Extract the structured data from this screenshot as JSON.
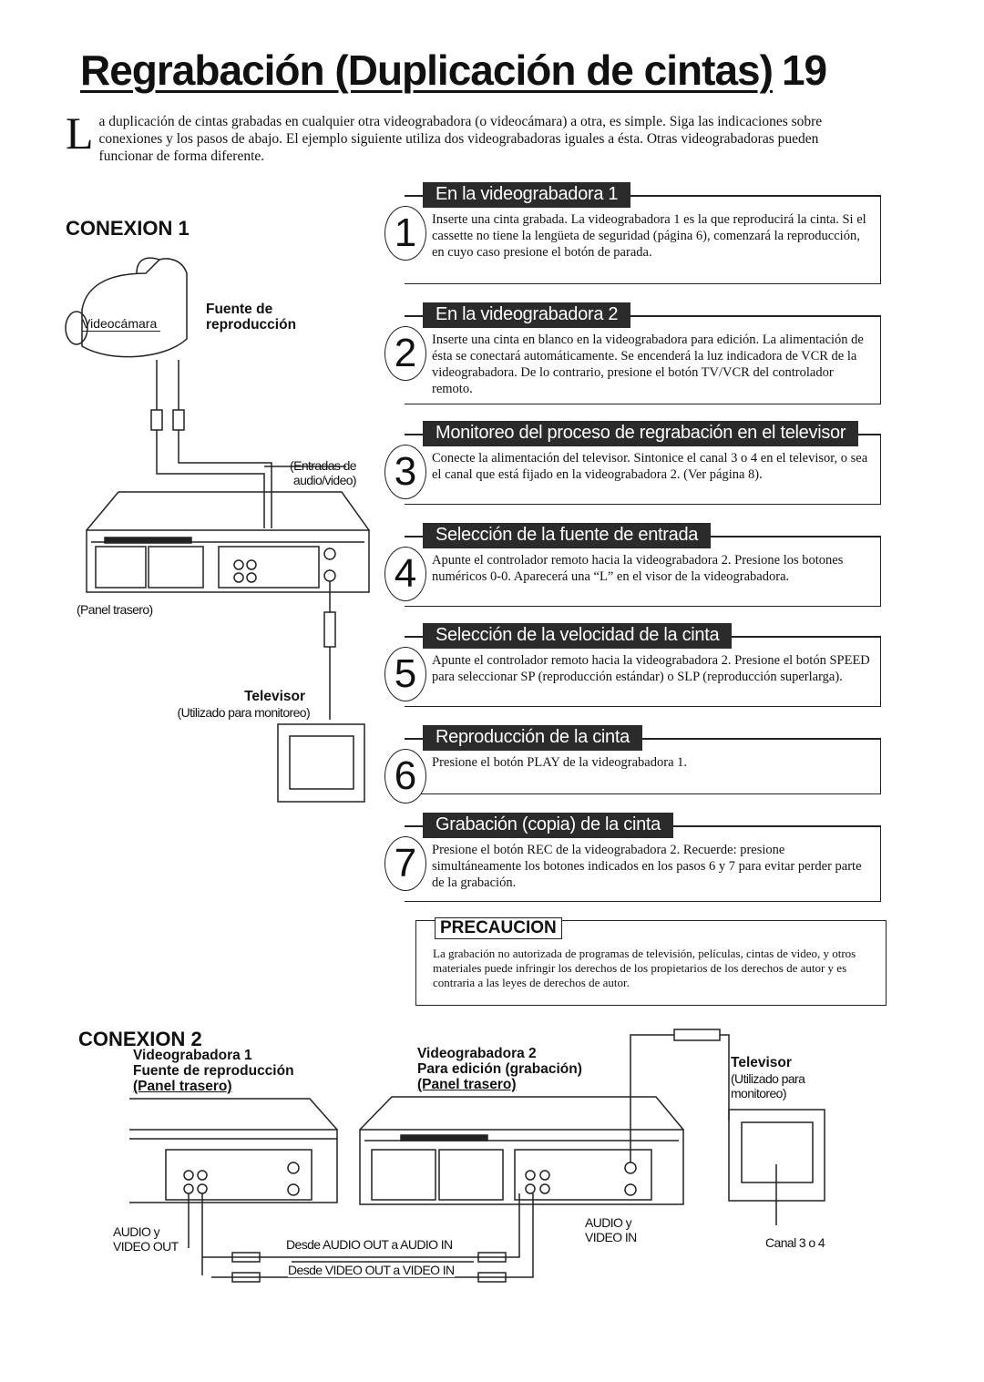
{
  "title": "Regrabación (Duplicación de cintas)",
  "page_number": "19",
  "intro": {
    "dropcap": "L",
    "text": "a duplicación de cintas grabadas en cualquier otra videograbadora (o videocámara) a otra, es simple. Siga las indicaciones sobre conexiones y los pasos de abajo. El ejemplo siguiente utiliza dos videograbadoras iguales a ésta. Otras videograbadoras pueden funcionar de forma diferente."
  },
  "conexion1": {
    "heading": "CONEXION 1",
    "camera_label": "Videocámara",
    "source_label": "Fuente de reproducción",
    "inputs_label": "(Entradas de audio/video)",
    "rear_panel_label": "(Panel trasero)",
    "tv_label": "Televisor",
    "tv_sublabel": "(Utilizado para monitoreo)"
  },
  "steps": [
    {
      "number": "1",
      "title": "En la videograbadora 1",
      "text": "Inserte una cinta grabada. La videograbadora 1 es la que reproducirá la cinta. Si el cassette no tiene la lengüeta de seguridad (página 6), comenzará la reproducción, en cuyo caso presione el botón de parada."
    },
    {
      "number": "2",
      "title": "En la videograbadora 2",
      "text": "Inserte una cinta en blanco en la videograbadora para edición. La alimentación de ésta se conectará automáticamente. Se encenderá la luz indicadora de VCR de la videograbadora. De lo contrario, presione el botón TV/VCR del controlador remoto."
    },
    {
      "number": "3",
      "title": "Monitoreo del proceso de regrabación en el televisor",
      "text": "Conecte la alimentación del televisor. Sintonice el canal 3 o 4 en el televisor, o sea el canal que está fijado en la videograbadora 2. (Ver página 8)."
    },
    {
      "number": "4",
      "title": "Selección de la fuente de entrada",
      "text": "Apunte el controlador remoto hacia la videograbadora 2. Presione los botones numéricos 0-0. Aparecerá una “L” en el visor de la videograbadora."
    },
    {
      "number": "5",
      "title": "Selección de la velocidad de la cinta",
      "text": "Apunte el controlador remoto hacia la videograbadora 2. Presione el botón SPEED para seleccionar SP (reproducción estándar) o SLP (reproducción superlarga)."
    },
    {
      "number": "6",
      "title": "Reproducción de la cinta",
      "text": "Presione el botón PLAY de la videograbadora 1."
    },
    {
      "number": "7",
      "title": "Grabación (copia) de la cinta",
      "text": "Presione el botón REC de la videograbadora 2. Recuerde: presione simultáneamente los botones indicados en los pasos 6 y 7 para evitar perder parte de la grabación."
    }
  ],
  "precaucion": {
    "title": "PRECAUCION",
    "text": "La grabación no autorizada de programas de televisión, películas, cintas de video, y otros materiales puede infringir los derechos de los propietarios de los derechos de autor y es contraria a las leyes de derechos de autor."
  },
  "conexion2": {
    "heading": "CONEXION 2",
    "vcr1_line1": "Videograbadora 1",
    "vcr1_line2": "Fuente de reproducción",
    "vcr1_line3": "(Panel trasero)",
    "vcr2_line1": "Videograbadora 2",
    "vcr2_line2": "Para edición (grabación)",
    "vcr2_line3": "(Panel trasero)",
    "tv_label": "Televisor",
    "tv_sublabel": "(Utilizado para monitoreo)",
    "out_label": "AUDIO y VIDEO OUT",
    "in_label": "AUDIO y VIDEO IN",
    "audio_cable_label": "Desde AUDIO OUT a AUDIO IN",
    "video_cable_label": "Desde VIDEO OUT a VIDEO IN",
    "channel_label": "Canal 3 o 4"
  }
}
